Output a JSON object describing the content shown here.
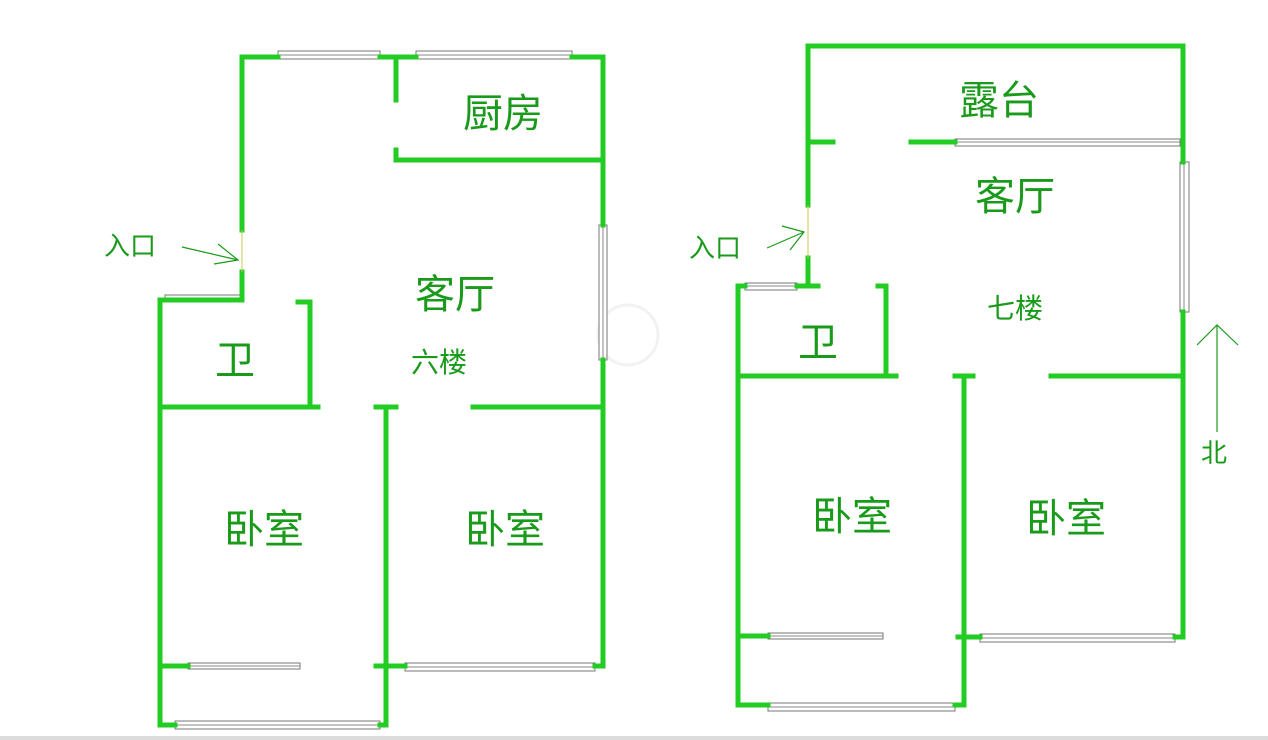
{
  "colors": {
    "wall": "#22cc22",
    "label": "#1a9a1a",
    "window": "#777777",
    "background": "#ffffff"
  },
  "floor6": {
    "floor_label": "六楼",
    "kitchen": "厨房",
    "living_room": "客厅",
    "bathroom": "卫",
    "bedroom_left": "卧室",
    "bedroom_right": "卧室",
    "entrance": "入口"
  },
  "floor7": {
    "floor_label": "七楼",
    "terrace": "露台",
    "living_room": "客厅",
    "bathroom": "卫",
    "bedroom_left": "卧室",
    "bedroom_right": "卧室",
    "entrance": "入口",
    "north": "北"
  }
}
